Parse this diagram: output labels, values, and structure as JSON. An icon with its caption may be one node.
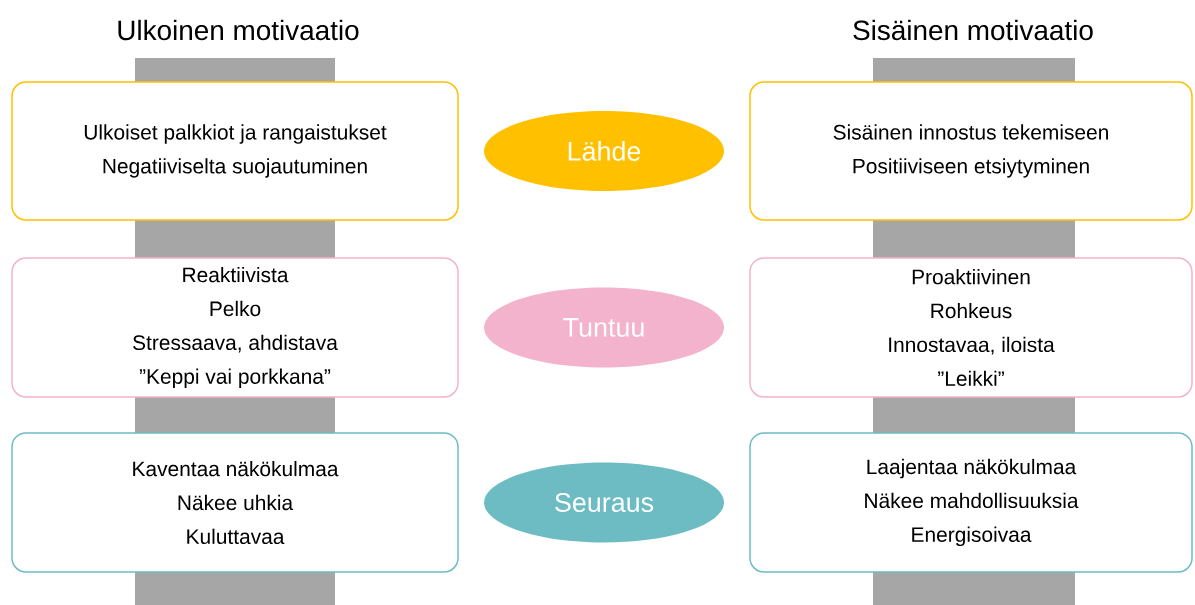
{
  "diagram": {
    "nodes": [
      {
        "text": [
          "Ulkoiset palkkiot ja rangaistukset",
          "Negatiiviselta suojautuminen"
        ]
      },
      {
        "text": [
          "Lähde"
        ]
      },
      {
        "text": [
          "Sisäinen innostus tekemiseen",
          "Positiiviseen etsiytyminen"
        ]
      },
      {
        "text": [
          "Reaktiivista",
          "Pelko",
          "Stressaava, ahdistava",
          "”Keppi vai porkkana”"
        ]
      },
      {
        "text": [
          "Tuntuu"
        ]
      },
      {
        "text": [
          "Proaktiivinen",
          "Rohkeus",
          "Innostavaa, iloista",
          "”Leikki”"
        ]
      },
      {
        "text": [
          "Kaventaa näkökulmaa",
          "Näkee uhkia",
          "Kuluttavaa"
        ]
      },
      {
        "text": [
          "Seuraus"
        ]
      },
      {
        "text": [
          "Laajentaa näkökulmaa",
          "Näkee mahdollisuuksia",
          "Energisoivaa"
        ]
      },
      {
        "text": [],
        "shape": "bar"
      },
      {
        "text": [],
        "shape": "bar"
      }
    ],
    "labels": [
      "Ulkoinen motivaatio",
      "Sisäinen motivaatio"
    ]
  }
}
